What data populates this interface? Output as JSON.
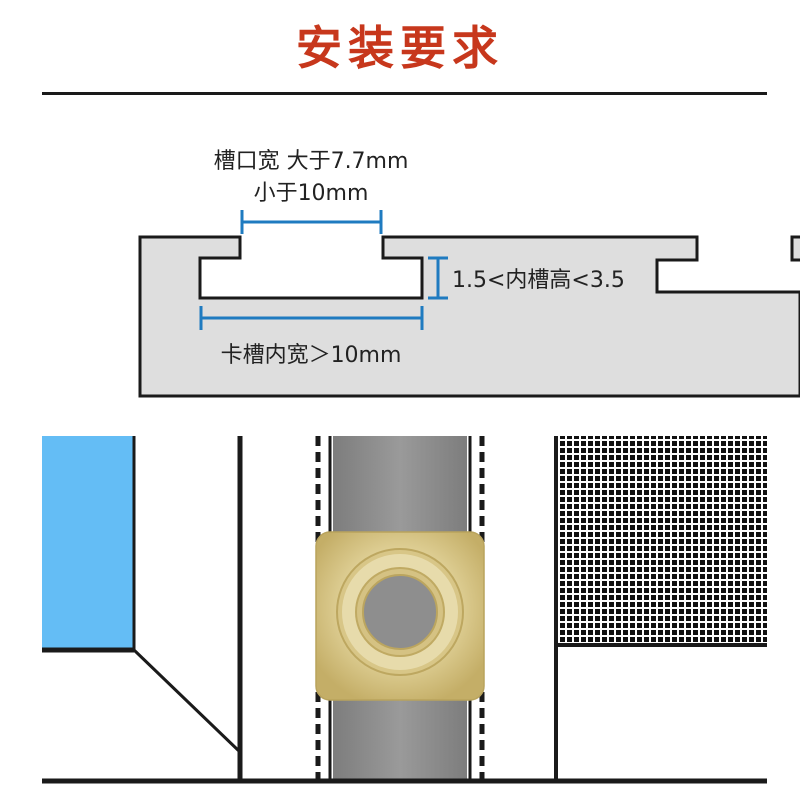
{
  "title": "安装要求",
  "labels": {
    "slot_width_line1": "槽口宽 大于7.7mm",
    "slot_width_line2": "小于10mm",
    "inner_height": "1.5<内槽高<3.5",
    "inner_width": "卡槽内宽＞10mm"
  },
  "colors": {
    "title": "#c7371c",
    "dimension_line": "#1f7bc0",
    "profile_fill": "#dedede",
    "rail_fill": "#8d8d8d",
    "nut_brass": "#e2d39c",
    "panel_blue": "#64bdf5"
  }
}
